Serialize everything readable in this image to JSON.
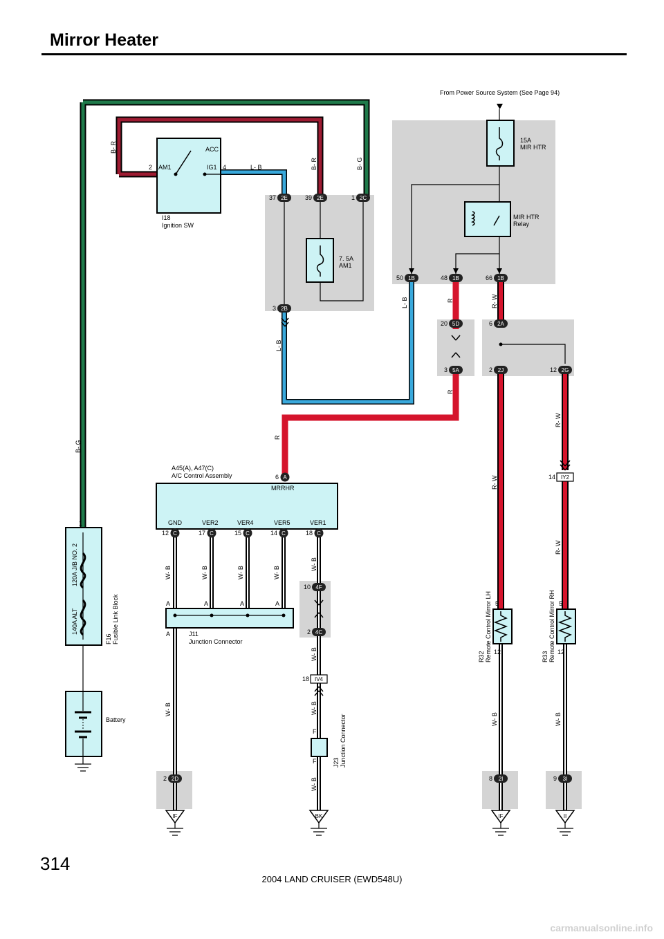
{
  "page": {
    "title": "Mirror Heater",
    "page_number": "314",
    "footer": "2004 LAND CRUISER (EWD548U)",
    "watermark": "carmanualsonline.info"
  },
  "colors": {
    "wire_red": "#d5142c",
    "wire_dark_red": "#9e1b32",
    "wire_blue": "#39a9dc",
    "wire_green": "#1f7a4a",
    "component_fill": "#cdf3f5",
    "block_gray": "#d4d4d4",
    "pill": "#222222"
  },
  "source_note": "From Power Source System (See Page 94)",
  "components": {
    "ignition_sw": {
      "id": "I18",
      "name": "Ignition SW",
      "am1": "AM1",
      "ig1": "IG1",
      "acc": "ACC",
      "pin_am1": "2",
      "pin_ig1": "4"
    },
    "fuse_am1": {
      "line1": "7. 5A",
      "line2": "AM1"
    },
    "fuse_mirhtr": {
      "line1": "15A",
      "line2": "MIR HTR"
    },
    "relay": {
      "line1": "MIR HTR",
      "line2": "Relay"
    },
    "ac_control": {
      "id": "A45(A), A47(C)",
      "name": "A/C Control Assembly",
      "mrrhr": "MRRHR",
      "terminals": [
        "GND",
        "VER2",
        "VER4",
        "VER5",
        "VER1"
      ]
    },
    "fusible_link": {
      "id": "F16",
      "name": "Fusible Link Block",
      "alt": "140A ALT",
      "jb": "120A J/B NO. 2"
    },
    "battery": {
      "name": "Battery"
    },
    "j11": {
      "id": "J11",
      "name": "Junction Connector"
    },
    "j23": {
      "id": "J23",
      "name": "Junction Connector"
    },
    "r32": {
      "id": "R32",
      "name": "Remote Control Mirror LH"
    },
    "r33": {
      "id": "R33",
      "name": "Remote Control Mirror RH"
    }
  },
  "connectors": {
    "c2E_37": {
      "pin": "37",
      "code": "2E"
    },
    "c2E_39": {
      "pin": "39",
      "code": "2E"
    },
    "c2C_1": {
      "pin": "1",
      "code": "2C"
    },
    "c2B_3": {
      "pin": "3",
      "code": "2B"
    },
    "c1B_50": {
      "pin": "50",
      "code": "1B"
    },
    "c1B_48": {
      "pin": "48",
      "code": "1B"
    },
    "c1B_66": {
      "pin": "66",
      "code": "1B"
    },
    "c5D_20": {
      "pin": "20",
      "code": "5D"
    },
    "c5A_3": {
      "pin": "3",
      "code": "5A"
    },
    "c2A_6": {
      "pin": "6",
      "code": "2A"
    },
    "c2J_2": {
      "pin": "2",
      "code": "2J"
    },
    "c2G_12": {
      "pin": "12",
      "code": "2G"
    },
    "cA_6": {
      "pin": "6",
      "code": "A"
    },
    "cC_12": {
      "pin": "12",
      "code": "C"
    },
    "cC_17": {
      "pin": "17",
      "code": "C"
    },
    "cC_15": {
      "pin": "15",
      "code": "C"
    },
    "cC_14": {
      "pin": "14",
      "code": "C"
    },
    "cC_18": {
      "pin": "18",
      "code": "C"
    },
    "c4F_10": {
      "pin": "10",
      "code": "4F"
    },
    "c4C_2": {
      "pin": "2",
      "code": "4C"
    },
    "cIV4_18": {
      "pin": "18",
      "code": "IV4"
    },
    "cIY2_14": {
      "pin": "14",
      "code": "IY2"
    },
    "c2D_2": {
      "pin": "2",
      "code": "2D"
    },
    "c2I_8": {
      "pin": "8",
      "code": "2I"
    },
    "c3I_9": {
      "pin": "9",
      "code": "3I"
    }
  },
  "grounds": {
    "g1": "IF",
    "g2": "BK",
    "g3": "IF",
    "g4": "II"
  },
  "wire_labels": {
    "br_left": "B- R",
    "br_mid": "B- R",
    "bg_top": "B- G",
    "bg_left": "B- G",
    "lb_top": "L- B",
    "lb_mid": "L- B",
    "lb_right": "L- B",
    "r_1": "R",
    "r_2": "R",
    "r_3": "R",
    "rw_1": "R- W",
    "rw_2": "R- W",
    "rw_3": "R- W",
    "rw_4": "R- W",
    "wb": "W- B"
  },
  "pin_labels": {
    "p1": "1",
    "p5l": "5",
    "p12l": "12",
    "p5r": "5",
    "p12r": "12",
    "j11a": "A",
    "j23f": "F"
  }
}
